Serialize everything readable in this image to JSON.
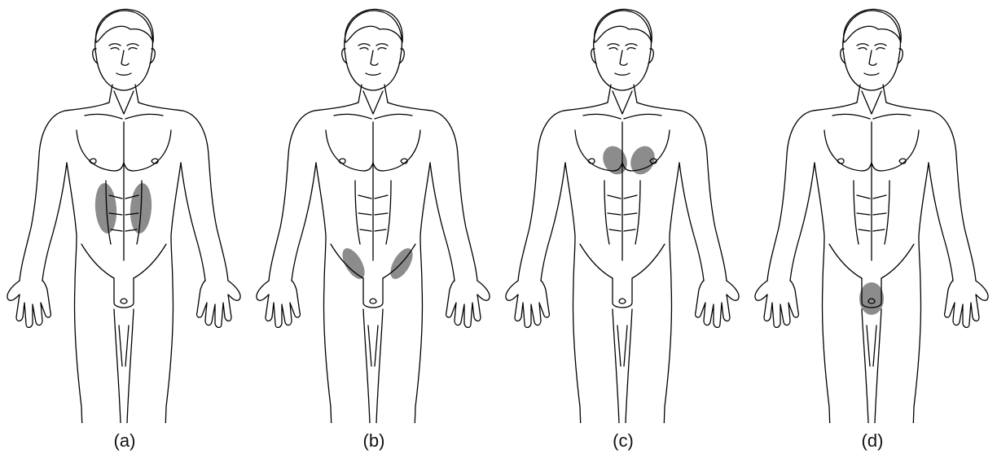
{
  "highlight_color": "#8c8c8c",
  "figure": {
    "panels": [
      {
        "label": "(a)",
        "region": "upper-abdomen-both-sides"
      },
      {
        "label": "(b)",
        "region": "lower-abdomen-both-sides"
      },
      {
        "label": "(c)",
        "region": "chest-both-sides"
      },
      {
        "label": "(d)",
        "region": "groin-center"
      }
    ]
  }
}
